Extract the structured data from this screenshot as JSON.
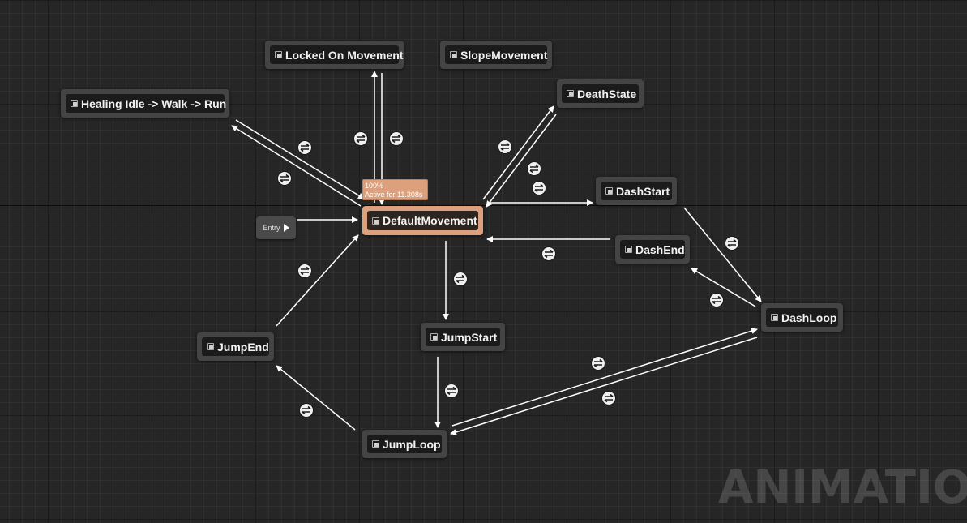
{
  "graph": {
    "entry_label": "Entry",
    "active_state": {
      "weight": "100%",
      "duration": "Active for 11.308s"
    },
    "states": {
      "locked_on_movement": "Locked On Movement",
      "slope_movement": "SlopeMovement",
      "death_state": "DeathState",
      "healing_idle": "Healing Idle -> Walk -> Run",
      "dash_start": "DashStart",
      "default_movement": "DefaultMovement",
      "dash_end": "DashEnd",
      "dash_loop": "DashLoop",
      "jump_start": "JumpStart",
      "jump_end": "JumpEnd",
      "jump_loop": "JumpLoop"
    },
    "watermark": "ANIMATION"
  },
  "colors": {
    "background": "#262626",
    "active_node": "#dca07c",
    "node_frame": "#444444",
    "node_inner": "#1b1b1b",
    "transition_line": "#ffffff"
  },
  "icons": {
    "state": "state-node-icon",
    "transition": "transition-rule-icon",
    "entry": "entry-arrow-icon"
  }
}
